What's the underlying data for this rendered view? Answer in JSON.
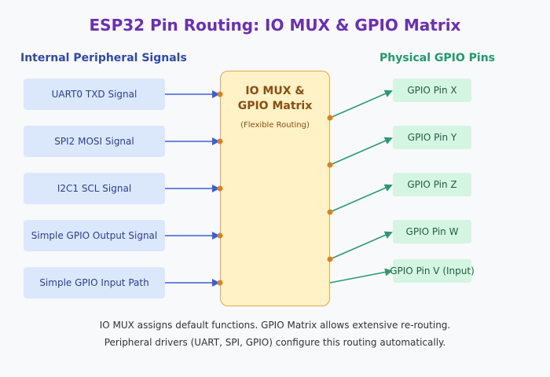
{
  "title": "ESP32 Pin Routing: IO MUX & GPIO Matrix",
  "left_heading": "Internal Peripheral Signals",
  "right_heading": "Physical GPIO Pins",
  "signals": [
    {
      "label": "UART0 TXD Signal"
    },
    {
      "label": "SPI2 MOSI Signal"
    },
    {
      "label": "I2C1 SCL Signal"
    },
    {
      "label": "Simple GPIO Output Signal"
    },
    {
      "label": "Simple GPIO Input Path"
    }
  ],
  "mux": {
    "title_line1": "IO MUX &",
    "title_line2": "GPIO Matrix",
    "subtitle": "(Flexible Routing)"
  },
  "pins": [
    {
      "label": "GPIO Pin X"
    },
    {
      "label": "GPIO Pin Y"
    },
    {
      "label": "GPIO Pin Z"
    },
    {
      "label": "GPIO Pin W"
    },
    {
      "label": "GPIO Pin V (Input)"
    }
  ],
  "notes": {
    "line1": "IO MUX assigns default functions. GPIO Matrix allows extensive re-routing.",
    "line2": "Peripheral drivers (UART, SPI, GPIO) configure this routing automatically."
  },
  "colors": {
    "input_wire": "#3d5fd6",
    "output_wire": "#2a9a73",
    "port_dot": "#d9821d"
  }
}
